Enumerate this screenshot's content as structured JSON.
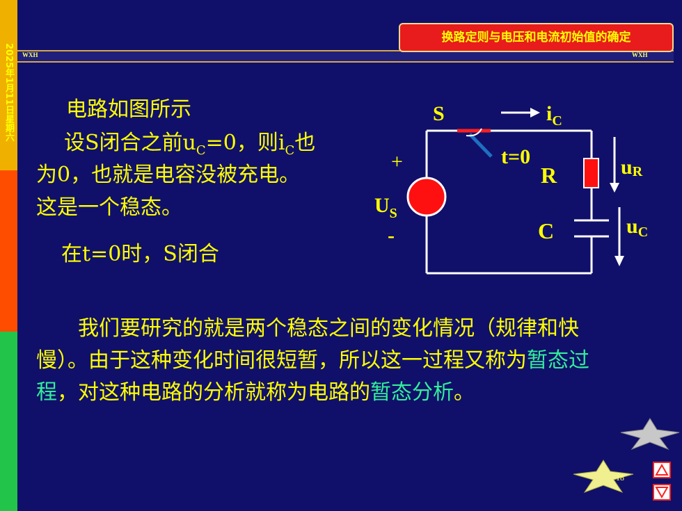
{
  "sidebar": {
    "date": "2025年1月11日星期六",
    "colors": [
      "#f0b000",
      "#ff4d00",
      "#22c44a"
    ]
  },
  "header": {
    "title": "换路定则与电压和电流初始值的确定",
    "left_tag": "WXH",
    "right_tag": "WXH"
  },
  "content": {
    "line1": "电路如图所示",
    "line2_a": "设S闭合之前u",
    "line2_sub1": "C",
    "line2_b": "=0，则i",
    "line2_sub2": "C",
    "line2_c": "也",
    "line3": "为0，也就是电容没被充电。",
    "line4": "这是一个稳态。",
    "line5": "在t=0时，S闭合",
    "para_a": "　　我们要研究的就是两个稳态之间的变化情况（规律和快慢）。由于这种变化时间很短暂，所以这一过程又称为",
    "para_hl1": "暂态过程",
    "para_b": "，对这种电路的分析就称为电路的",
    "para_hl2": "暂态分析",
    "para_c": "。"
  },
  "circuit": {
    "switch_label": "S",
    "current_label": "i",
    "current_sub": "C",
    "time_label": "t=0",
    "resistor_label": "R",
    "capacitor_label": "C",
    "source_label": "U",
    "source_sub": "S",
    "plus": "+",
    "minus": "-",
    "ur_label": "u",
    "ur_sub": "R",
    "uc_label": "u",
    "uc_sub": "C"
  },
  "footer": {
    "page_number": "18"
  }
}
